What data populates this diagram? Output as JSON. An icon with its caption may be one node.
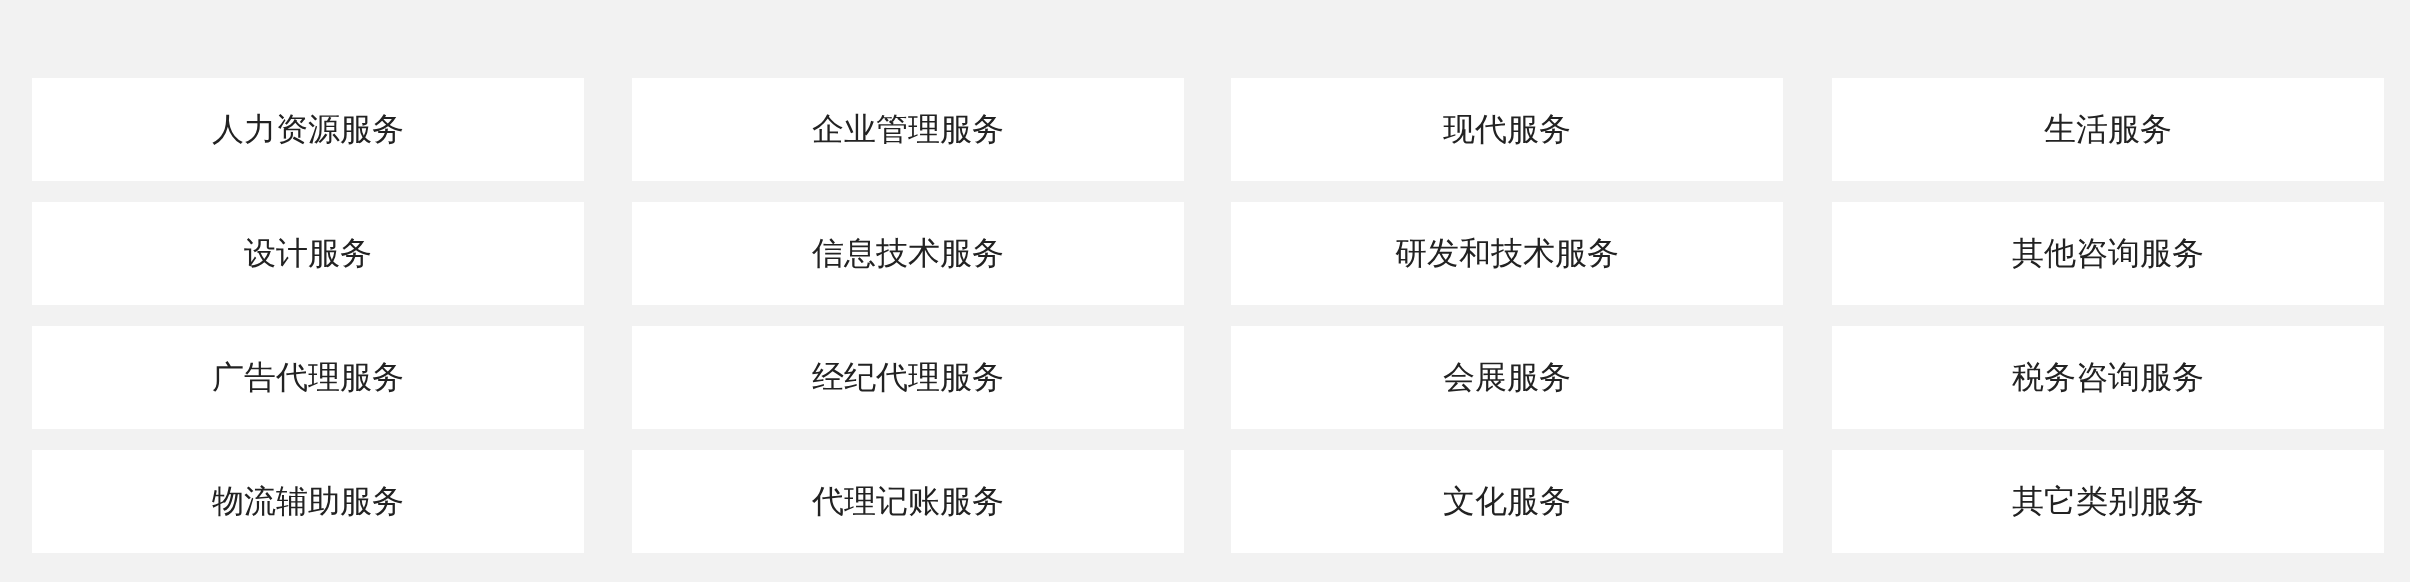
{
  "diagram": {
    "nodes": [
      {
        "text": [
          "人力资源服务"
        ]
      },
      {
        "text": [
          "企业管理服务"
        ]
      },
      {
        "text": [
          "现代服务"
        ]
      },
      {
        "text": [
          "生活服务"
        ]
      },
      {
        "text": [
          "设计服务"
        ]
      },
      {
        "text": [
          "信息技术服务"
        ]
      },
      {
        "text": [
          "研发和技术服务"
        ]
      },
      {
        "text": [
          "其他咨询服务"
        ]
      },
      {
        "text": [
          "广告代理服务"
        ]
      },
      {
        "text": [
          "经纪代理服务"
        ]
      },
      {
        "text": [
          "会展服务"
        ]
      },
      {
        "text": [
          "税务咨询服务"
        ]
      },
      {
        "text": [
          "物流辅助服务"
        ]
      },
      {
        "text": [
          "代理记账服务"
        ]
      },
      {
        "text": [
          "文化服务"
        ]
      },
      {
        "text": [
          "其它类别服务"
        ]
      }
    ]
  }
}
